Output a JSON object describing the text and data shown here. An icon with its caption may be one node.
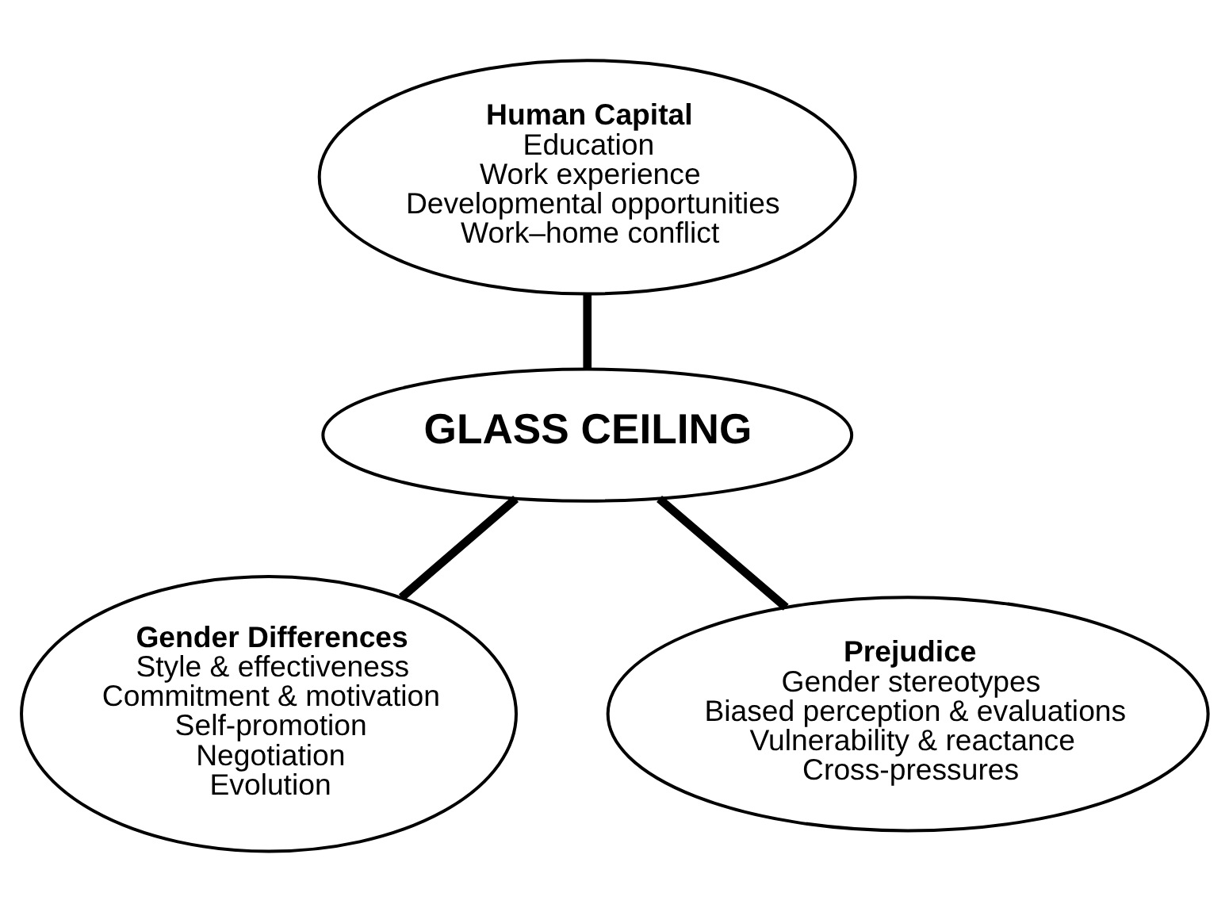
{
  "diagram": {
    "nodes": [
      {
        "text": [
          "Human Capital",
          "Education",
          "Work experience",
          "Developmental opportunities",
          "Work–home conflict"
        ]
      },
      {
        "text": [
          "GLASS CEILING"
        ]
      },
      {
        "text": [
          "Gender Differences",
          "Style & effectiveness",
          "Commitment & motivation",
          "Self-promotion",
          "Negotiation",
          "Evolution"
        ]
      },
      {
        "text": [
          "Prejudice",
          "Gender stereotypes",
          "Biased perception & evaluations",
          "Vulnerability & reactance",
          "Cross-pressures"
        ]
      }
    ],
    "edges": [
      {
        "from": 0,
        "to": 1,
        "arrow": "none"
      },
      {
        "from": 1,
        "to": 2,
        "arrow": "none"
      },
      {
        "from": 1,
        "to": 3,
        "arrow": "none"
      }
    ]
  }
}
